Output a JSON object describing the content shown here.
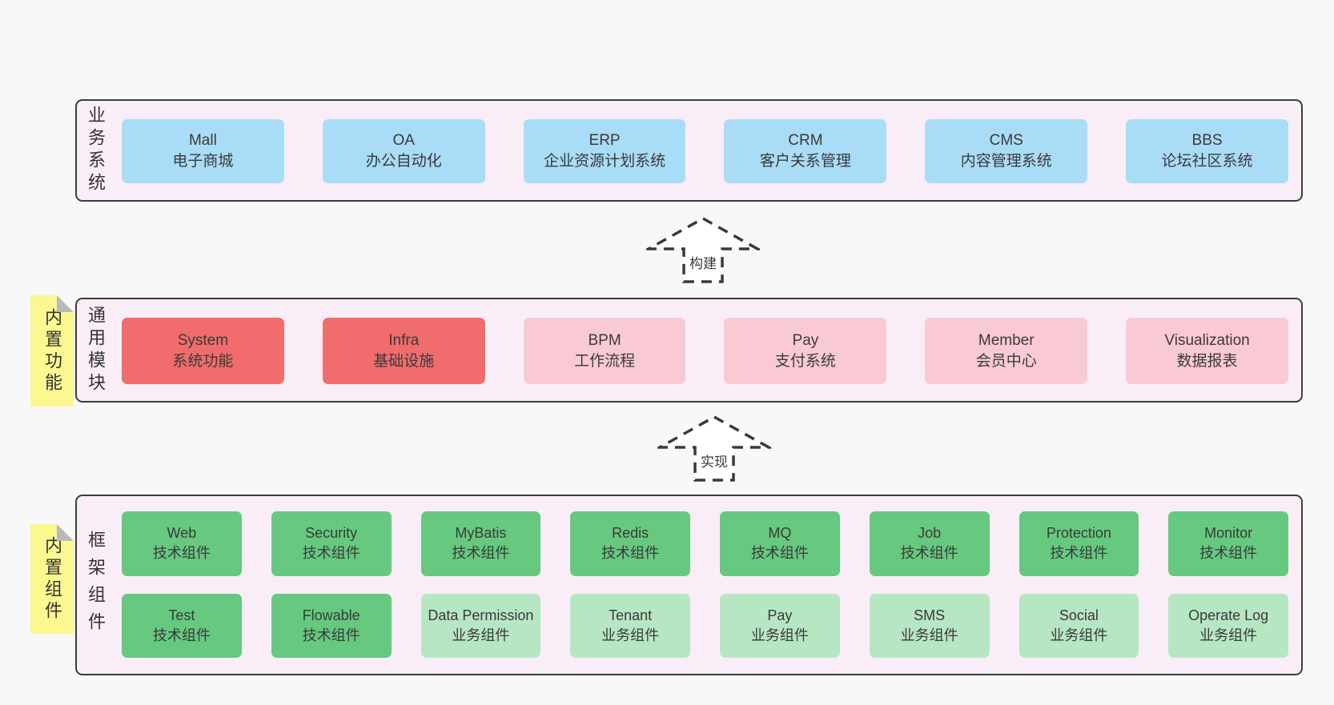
{
  "colors": {
    "page_bg": "#f8f8f8",
    "layer_bg": "#f9eef8",
    "layer_border": "#3c3c3c",
    "blue": "#a9dcf6",
    "red": "#f16c6c",
    "pink": "#facad4",
    "green_dark": "#66c97f",
    "green_light": "#b7e6c3",
    "tab_bg": "#fbf88f",
    "tab_fold": "#b9b9b9",
    "arrow_stroke": "#3a3a3a",
    "arrow_fill": "#ffffff"
  },
  "layers": {
    "business": {
      "label": "业务系统",
      "boxes": [
        {
          "name": "Mall",
          "desc": "电子商城",
          "color": "#a9dcf6"
        },
        {
          "name": "OA",
          "desc": "办公自动化",
          "color": "#a9dcf6"
        },
        {
          "name": "ERP",
          "desc": "企业资源计划系统",
          "color": "#a9dcf6"
        },
        {
          "name": "CRM",
          "desc": "客户关系管理",
          "color": "#a9dcf6"
        },
        {
          "name": "CMS",
          "desc": "内容管理系统",
          "color": "#a9dcf6"
        },
        {
          "name": "BBS",
          "desc": "论坛社区系统",
          "color": "#a9dcf6"
        }
      ]
    },
    "modules": {
      "label": "通用模块",
      "tab": "内置功能",
      "boxes": [
        {
          "name": "System",
          "desc": "系统功能",
          "color": "#f16c6c"
        },
        {
          "name": "Infra",
          "desc": "基础设施",
          "color": "#f16c6c"
        },
        {
          "name": "BPM",
          "desc": "工作流程",
          "color": "#facad4"
        },
        {
          "name": "Pay",
          "desc": "支付系统",
          "color": "#facad4"
        },
        {
          "name": "Member",
          "desc": "会员中心",
          "color": "#facad4"
        },
        {
          "name": "Visualization",
          "desc": "数据报表",
          "color": "#facad4"
        }
      ]
    },
    "framework": {
      "label": "框架组件",
      "tab": "内置组件",
      "rows": [
        [
          {
            "name": "Web",
            "desc": "技术组件",
            "color": "#66c97f"
          },
          {
            "name": "Security",
            "desc": "技术组件",
            "color": "#66c97f"
          },
          {
            "name": "MyBatis",
            "desc": "技术组件",
            "color": "#66c97f"
          },
          {
            "name": "Redis",
            "desc": "技术组件",
            "color": "#66c97f"
          },
          {
            "name": "MQ",
            "desc": "技术组件",
            "color": "#66c97f"
          },
          {
            "name": "Job",
            "desc": "技术组件",
            "color": "#66c97f"
          },
          {
            "name": "Protection",
            "desc": "技术组件",
            "color": "#66c97f"
          },
          {
            "name": "Monitor",
            "desc": "技术组件",
            "color": "#66c97f"
          }
        ],
        [
          {
            "name": "Test",
            "desc": "技术组件",
            "color": "#66c97f"
          },
          {
            "name": "Flowable",
            "desc": "技术组件",
            "color": "#66c97f"
          },
          {
            "name": "Data Permission",
            "desc": "业务组件",
            "color": "#b7e6c3"
          },
          {
            "name": "Tenant",
            "desc": "业务组件",
            "color": "#b7e6c3"
          },
          {
            "name": "Pay",
            "desc": "业务组件",
            "color": "#b7e6c3"
          },
          {
            "name": "SMS",
            "desc": "业务组件",
            "color": "#b7e6c3"
          },
          {
            "name": "Social",
            "desc": "业务组件",
            "color": "#b7e6c3"
          },
          {
            "name": "Operate Log",
            "desc": "业务组件",
            "color": "#b7e6c3"
          }
        ]
      ]
    }
  },
  "arrows": {
    "build": {
      "label": "构建"
    },
    "implement": {
      "label": "实现"
    }
  }
}
